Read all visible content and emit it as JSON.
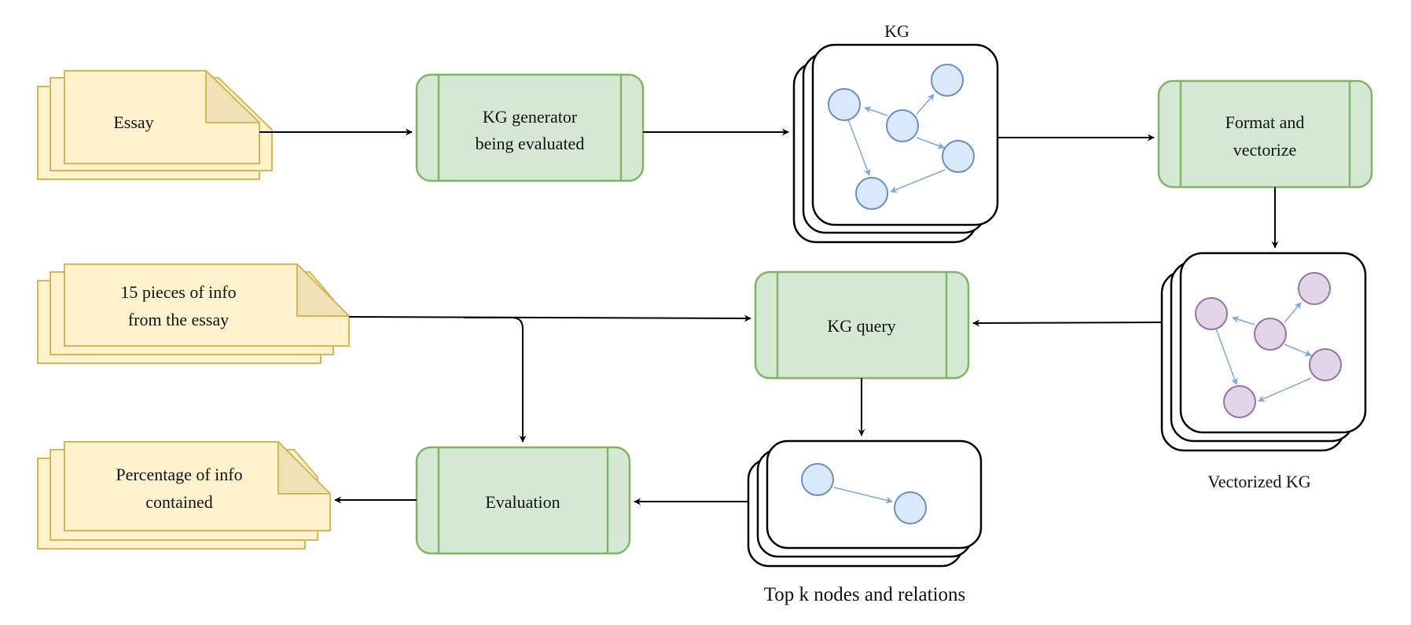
{
  "colors": {
    "document_fill": "#fff2cc",
    "document_stroke": "#d6b656",
    "process_fill": "#d5e8d4",
    "process_stroke": "#82b366",
    "node_blue_fill": "#dae8fc",
    "node_blue_stroke": "#6c8ebf",
    "node_purple_fill": "#e1d5e7",
    "node_purple_stroke": "#9673a6",
    "edge_arrow": "#7ea6e0",
    "connector": "#000000"
  },
  "documents": {
    "essay": {
      "line1": "Essay"
    },
    "info_pieces": {
      "line1": "15 pieces of info",
      "line2": "from the essay"
    },
    "percentage": {
      "line1": "Percentage of info",
      "line2": "contained"
    }
  },
  "processes": {
    "kg_generator": {
      "line1": "KG generator",
      "line2": "being evaluated"
    },
    "format_vectorize": {
      "line1": "Format and",
      "line2": "vectorize"
    },
    "kg_query": {
      "line1": "KG query"
    },
    "evaluation": {
      "line1": "Evaluation"
    }
  },
  "graphs": {
    "kg": {
      "title": "KG",
      "node_color": "blue"
    },
    "vectorized_kg": {
      "caption": "Vectorized KG",
      "node_color": "purple"
    },
    "top_k": {
      "caption": "Top k nodes and relations",
      "node_color": "blue"
    }
  }
}
